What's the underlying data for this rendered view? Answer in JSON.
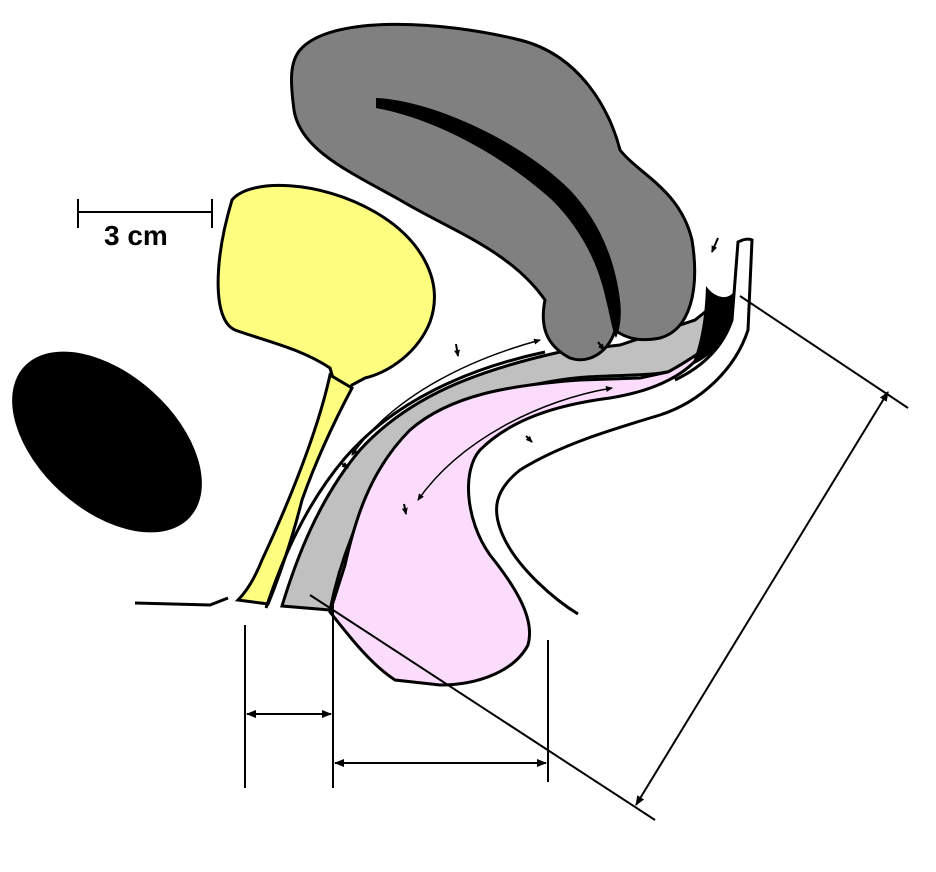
{
  "scale_bar": {
    "label": "3 cm"
  },
  "colors": {
    "outline": "#000000",
    "background": "#ffffff",
    "bladder_urethra": "#fdfd80",
    "vagina_wall": "#c0c0c0",
    "rectum": "#fcdcfc",
    "uterus": "#808080",
    "pubic_bone": "#000000"
  },
  "structures": [
    {
      "name": "pubic-bone",
      "fill": "pubic_bone"
    },
    {
      "name": "bladder",
      "fill": "bladder_urethra"
    },
    {
      "name": "urethra",
      "fill": "bladder_urethra"
    },
    {
      "name": "vagina",
      "fill": "vagina_wall"
    },
    {
      "name": "rectum",
      "fill": "rectum"
    },
    {
      "name": "uterus",
      "fill": "uterus"
    }
  ]
}
